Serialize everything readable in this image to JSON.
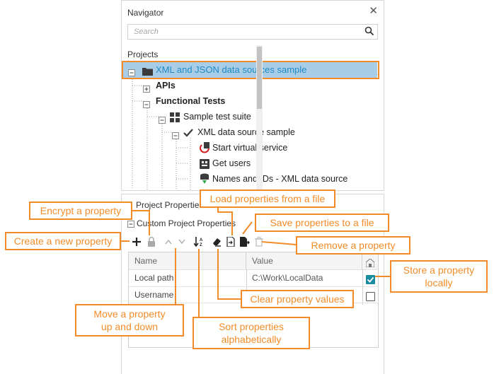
{
  "navigator": {
    "title": "Navigator",
    "close_glyph": "✕",
    "search_placeholder": "Search",
    "projects_label": "Projects",
    "tree": {
      "project": "XML and JSON data sources sample",
      "apis": "APIs",
      "functional_tests": "Functional Tests",
      "suite": "Sample test suite",
      "case": "XML data source sample",
      "step1": "Start virtual service",
      "step2": "Get users",
      "step3": "Names and IDs - XML data source"
    }
  },
  "properties": {
    "panel_title": "Project Properties",
    "section_title": "Custom Project Properties",
    "columns": {
      "name": "Name",
      "value": "Value"
    },
    "rows": [
      {
        "name": "Local path",
        "value": "C:\\Work\\LocalData",
        "stored_locally": true
      },
      {
        "name": "Username",
        "value": "",
        "stored_locally": false
      }
    ]
  },
  "callouts": {
    "encrypt": "Encrypt a property",
    "create": "Create a new property",
    "load": "Load properties from a file",
    "save": "Save properties to a file",
    "remove": "Remove a property",
    "store_line1": "Store a property",
    "store_line2": "locally",
    "clear": "Clear property values",
    "move_line1": "Move a property",
    "move_line2": "up and down",
    "sort_line1": "Sort properties",
    "sort_line2": "alphabetically"
  },
  "colors": {
    "accent": "#f28c28",
    "selection": "#a9cde6",
    "project_text": "#1f8ac8",
    "checkbox": "#1a8ca0"
  }
}
